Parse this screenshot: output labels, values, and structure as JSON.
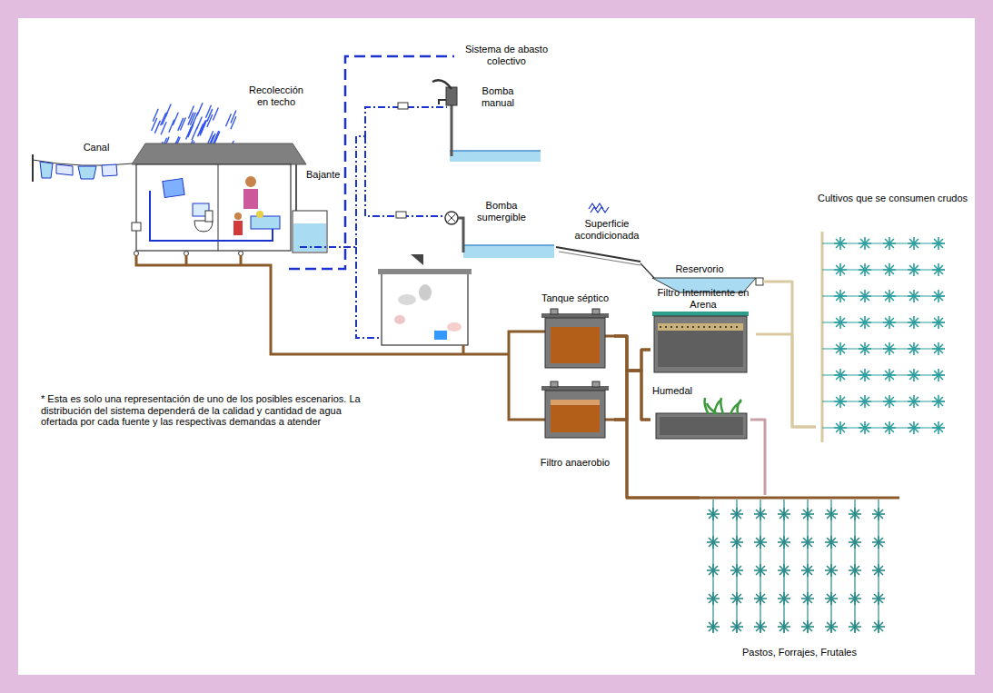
{
  "diagram": {
    "nodes": [
      {
        "text": [
          "Cultivos que se consumen crudos"
        ]
      },
      {
        "text": [
          "Reservorio"
        ]
      },
      {
        "text": [
          "Filtro Intermitente en Arena"
        ]
      },
      {
        "text": [
          "Tanque séptico"
        ]
      },
      {
        "text": [
          "Filtro anaerobio"
        ]
      },
      {
        "text": [
          "Humedal"
        ]
      },
      {
        "text": [
          "Pastos, Forrajes, Frutales"
        ]
      }
    ],
    "edges": [
      {
        "from": 3,
        "to": 2,
        "arrow": "none"
      },
      {
        "from": 3,
        "to": 5,
        "arrow": "none"
      },
      {
        "from": 3,
        "to": 6,
        "arrow": "none"
      },
      {
        "from": 4,
        "to": 2,
        "arrow": "none"
      },
      {
        "from": 4,
        "to": 5,
        "arrow": "none"
      },
      {
        "from": 4,
        "to": 6,
        "arrow": "none"
      },
      {
        "from": 2,
        "to": 0,
        "arrow": "none"
      },
      {
        "from": 1,
        "to": 0,
        "arrow": "none"
      },
      {
        "from": 5,
        "to": 6,
        "arrow": "none"
      }
    ],
    "labels": [
      "Sistema de abasto colectivo",
      "Recolección en techo",
      "Bomba manual",
      "Canal",
      "Bajante",
      "Bomba sumergible",
      "Superficie acondicionada",
      "* Esta es solo una representación de uno de los posibles escenarios. La distribución del sistema dependerá de la calidad y cantidad de agua ofertada por cada fuente y las respectivas demandas a atender"
    ]
  }
}
